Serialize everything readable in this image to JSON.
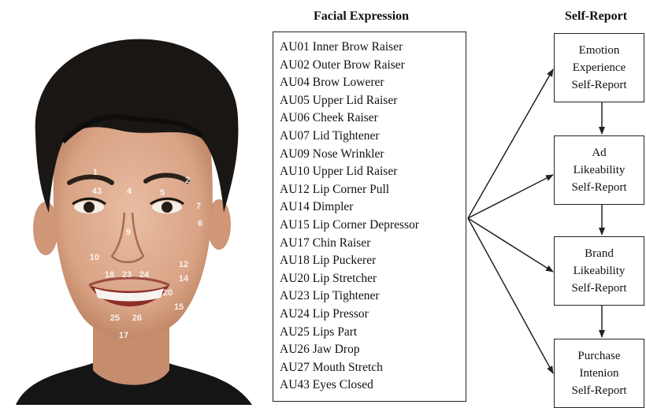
{
  "headings": {
    "facial_expression": "Facial Expression",
    "self_report": "Self-Report"
  },
  "action_units": [
    "AU01 Inner Brow Raiser",
    "AU02 Outer Brow Raiser",
    "AU04 Brow Lowerer",
    "AU05 Upper Lid Raiser",
    "AU06 Cheek Raiser",
    "AU07 Lid Tightener",
    "AU09 Nose Wrinkler",
    "AU10 Upper Lid Raiser",
    "AU12 Lip Corner Pull",
    "AU14 Dimpler",
    "AU15 Lip Corner Depressor",
    "AU17 Chin Raiser",
    "AU18 Lip Puckerer",
    "AU20 Lip Stretcher",
    "AU23 Lip Tightener",
    "AU24 Lip Pressor",
    "AU25 Lips Part",
    "AU26 Jaw Drop",
    "AU27 Mouth Stretch",
    "AU43 Eyes Closed"
  ],
  "self_report_boxes": [
    "Emotion\nExperience\nSelf-Report",
    "Ad\nLikeability\nSelf-Report",
    "Brand\nLikeability\nSelf-Report",
    "Purchase\nIntenion\nSelf-Report"
  ],
  "face_markers": [
    "1",
    "2",
    "43",
    "4",
    "5",
    "7",
    "6",
    "9",
    "10",
    "12",
    "18",
    "23",
    "24",
    "14",
    "20",
    "15",
    "25",
    "26",
    "17"
  ],
  "colors": {
    "line": "#222222",
    "background": "#ffffff",
    "skin": "#dfae92",
    "hair": "#191614"
  }
}
